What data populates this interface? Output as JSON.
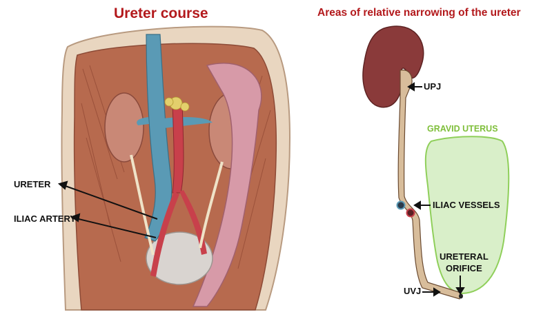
{
  "left_panel": {
    "title": "Ureter course",
    "labels": {
      "ureter": "URETER",
      "iliac_artery": "ILIAC ARTERY"
    }
  },
  "right_panel": {
    "title": "Areas of relative narrowing of the ureter",
    "labels": {
      "upj": "UPJ",
      "gravid_uterus": "GRAVID UTERUS",
      "iliac_vessels": "ILIAC VESSELS",
      "ureteral_orifice_line1": "URETERAL",
      "ureteral_orifice_line2": "ORIFICE",
      "uvj": "UVJ"
    }
  },
  "colors": {
    "title": "#b3191c",
    "gravid_uterus_label": "#7fbf3b",
    "uterus_fill": "#d9efc9",
    "uterus_stroke": "#8fcf5a",
    "kidney": "#8a3a3a",
    "ureter": "#d8bd9b",
    "vein_blue": "#5a9ab5",
    "artery_red": "#c8404b"
  }
}
